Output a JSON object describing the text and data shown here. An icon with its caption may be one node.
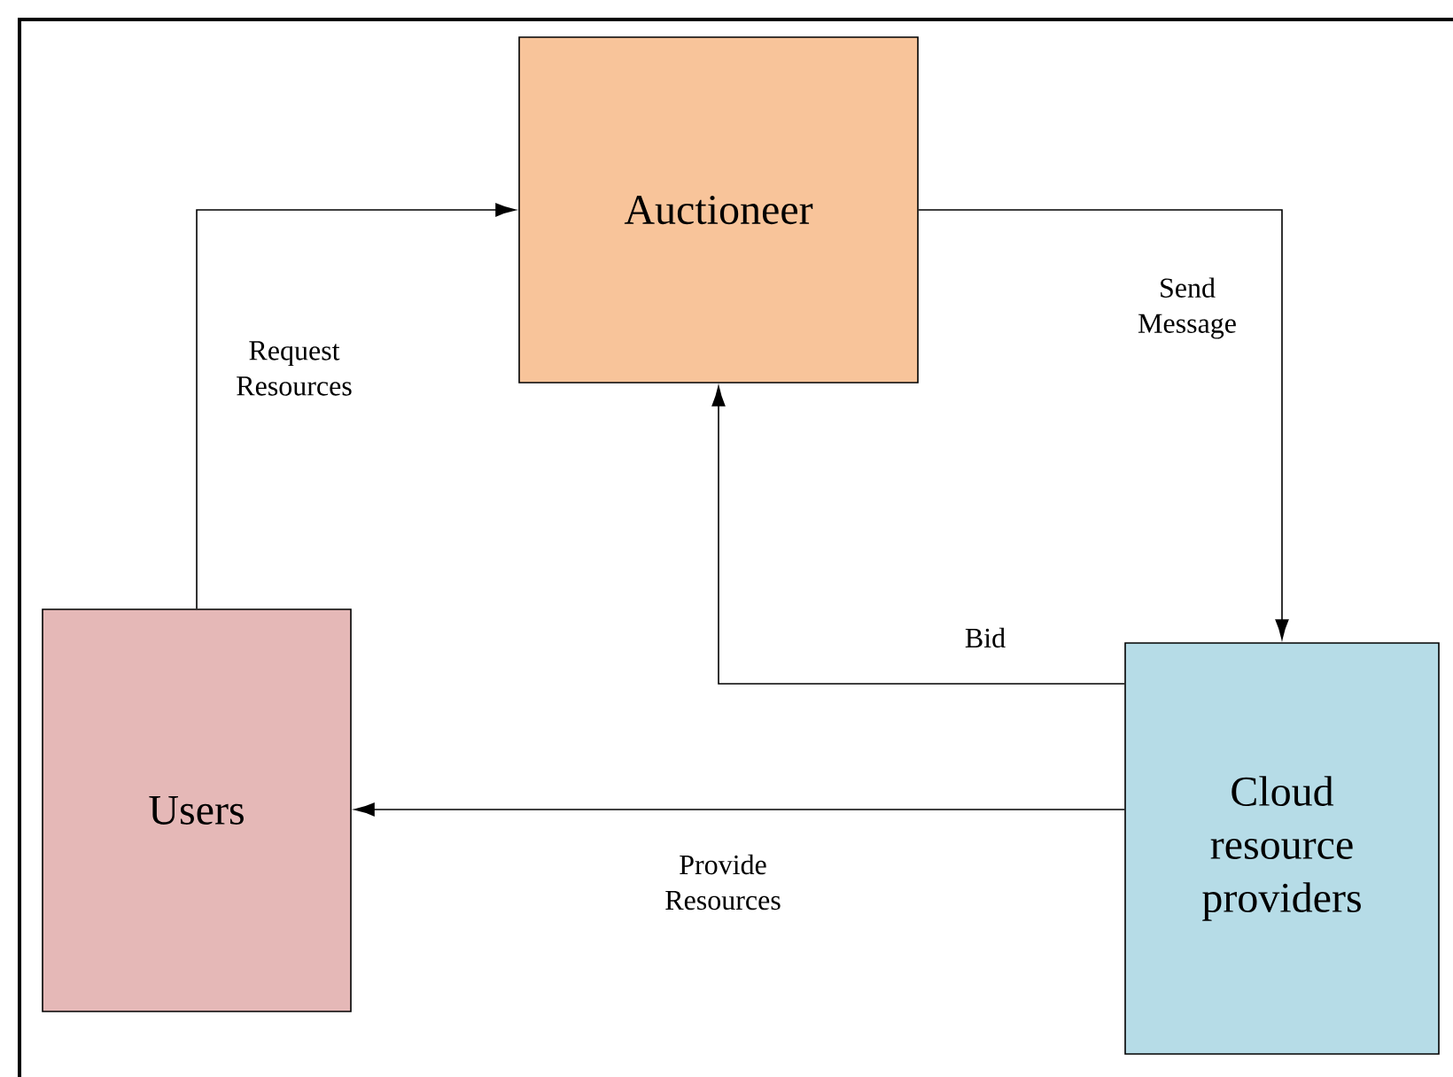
{
  "diagram": {
    "nodes": [
      {
        "text": [
          "Auctioneer"
        ]
      },
      {
        "text": [
          "Users"
        ]
      },
      {
        "text": [
          "Cloud resource providers"
        ]
      }
    ],
    "edges": [
      {
        "from": 1,
        "to": 0,
        "arrow": "to",
        "label": "Request Resources"
      },
      {
        "from": 0,
        "to": 2,
        "arrow": "to",
        "label": "Send Message"
      },
      {
        "from": 2,
        "to": 0,
        "arrow": "to",
        "label": "Bid"
      },
      {
        "from": 2,
        "to": 1,
        "arrow": "to",
        "label": "Provide Resources"
      }
    ]
  }
}
